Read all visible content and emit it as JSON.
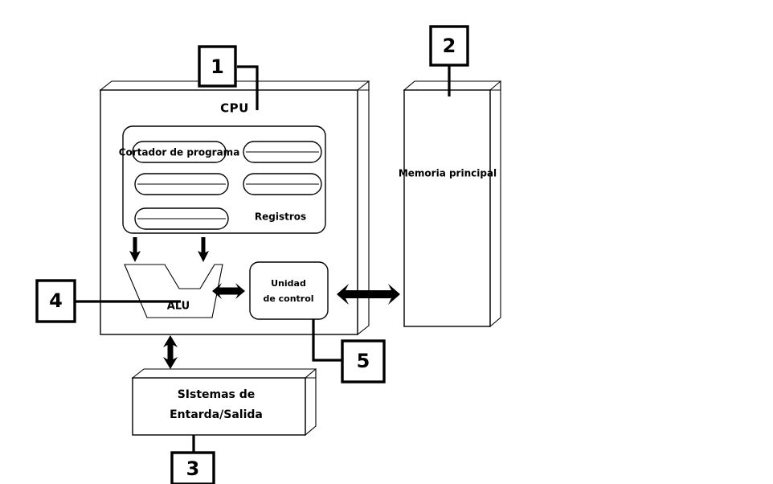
{
  "diagram": {
    "title_text": "CPU",
    "background_color": "#ffffff",
    "line_color": "#000000"
  },
  "cpu": {
    "label": "CPU",
    "registers_group_label": "Registros",
    "program_counter_label": "Cortador de programa",
    "alu_label": "ALU",
    "control_unit_line1": "Unidad",
    "control_unit_line2": "de control",
    "empty_registers": [
      "",
      "",
      "",
      "",
      ""
    ]
  },
  "memory": {
    "label": "Memoria principal"
  },
  "io": {
    "line1": "SIstemas de",
    "line2": "Entarda/Salida"
  },
  "callouts": {
    "one": "1",
    "two": "2",
    "three": "3",
    "four": "4",
    "five": "5"
  }
}
